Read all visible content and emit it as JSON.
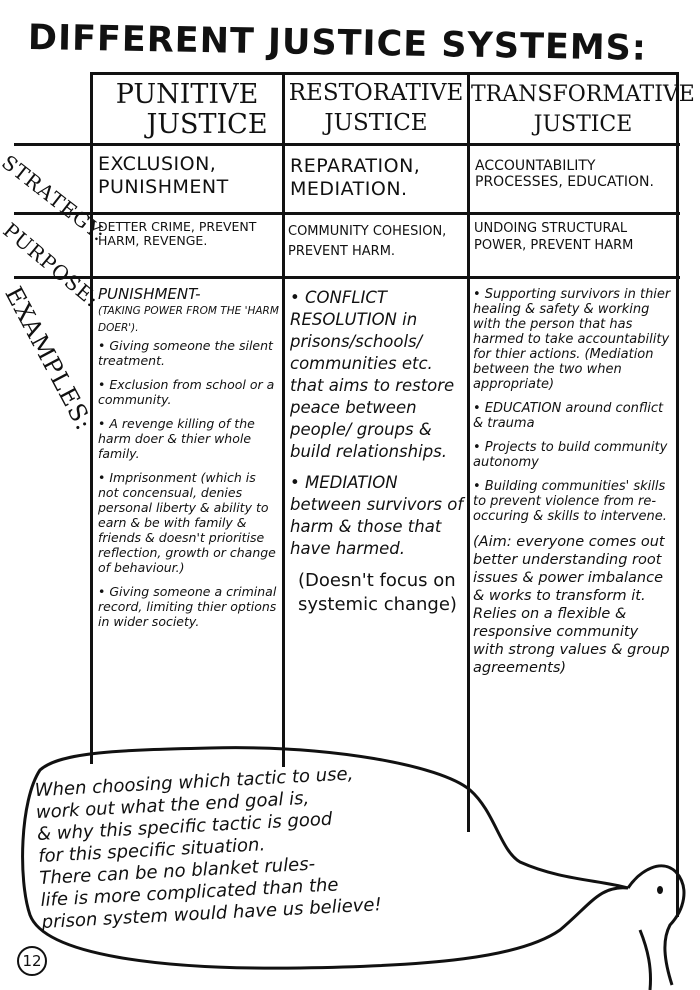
{
  "title": "DIFFERENT JUSTICE SYSTEMS:",
  "columns": [
    {
      "line1": "PUNITIVE",
      "line2": "JUSTICE"
    },
    {
      "line1": "RESTORATIVE",
      "line2": "JUSTICE"
    },
    {
      "line1": "TRANSFORMATIVE",
      "line2": "JUSTICE"
    }
  ],
  "row_labels": {
    "strategy": "STRATEGY:",
    "purpose": "PURPOSE:",
    "examples": "EXAMPLES:"
  },
  "strategy": [
    "EXCLUSION, PUNISHMENT",
    "REPARATION, MEDIATION.",
    "ACCOUNTABILITY PROCESSES, EDUCATION."
  ],
  "purpose": [
    "DETTER CRIME, PREVENT HARM, REVENGE.",
    "COMMUNITY COHESION, PREVENT HARM.",
    "UNDOING STRUCTURAL POWER, PREVENT HARM"
  ],
  "examples": {
    "punitive": {
      "heading": "PUNISHMENT-",
      "subheading": "(TAKING POWER FROM THE 'HARM DOER').",
      "items": [
        "• Giving someone the silent treatment.",
        "• Exclusion from school or a community.",
        "• A revenge killing of the harm doer & thier whole family.",
        "• Imprisonment (which is not concensual, denies personal liberty & ability to earn & be with family & friends & doesn't prioritise reflection, growth or change of behaviour.)",
        "• Giving someone a criminal record, limiting thier options in wider society."
      ]
    },
    "restorative": {
      "items": [
        "• CONFLICT RESOLUTION in prisons/schools/ communities etc. that aims to restore peace between people/ groups & build relationships.",
        "• MEDIATION between survivors of harm & those that have harmed.",
        "(Doesn't focus on systemic change)"
      ]
    },
    "transformative": {
      "items": [
        "• Supporting survivors in thier healing & safety & working with the person that has harmed to take accountability for thier actions. (Mediation between the two when appropriate)",
        "• EDUCATION around conflict & trauma",
        "• Projects to build community autonomy",
        "• Building communities' skills to prevent violence from re-occuring & skills to intervene.",
        "(Aim: everyone comes out better understanding root issues & power imbalance & works to transform it. Relies on a flexible & responsive community with strong values & group agreements)"
      ]
    }
  },
  "bubble": {
    "lines": [
      "When choosing which tactic to use,",
      "work out what the end goal is,",
      "& why this specific tactic is good",
      "for this specific situation.",
      "There can be no blanket rules-",
      "life is more complicated than the",
      "prison system would have us believe!"
    ]
  },
  "page_number": "12"
}
